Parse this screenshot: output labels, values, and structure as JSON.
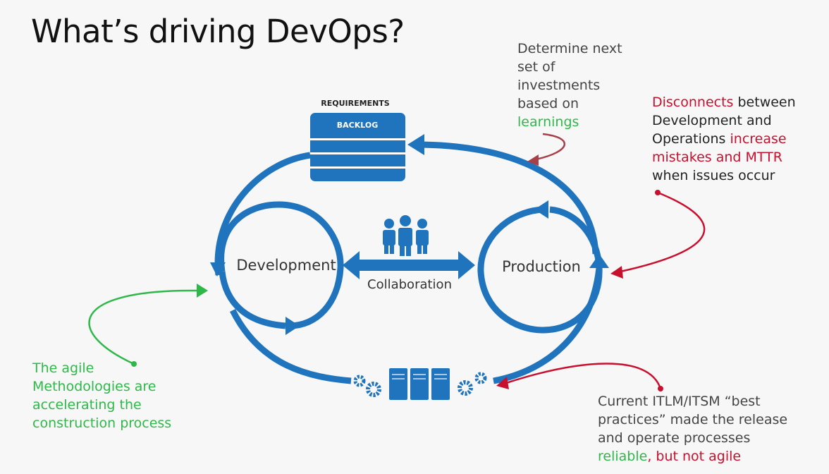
{
  "title": "What’s driving DevOps?",
  "diagram": {
    "requirements": "REQUIREMENTS",
    "backlog": "BACKLOG",
    "development": "Development",
    "production": "Production",
    "collaboration": "Collaboration"
  },
  "notes": {
    "top": {
      "line1": "Determine next",
      "line2": "set of",
      "line3": "investments",
      "line4": "based on",
      "highlight": "learnings"
    },
    "right": {
      "red1": "Disconnects",
      "txt1": " between",
      "line2": "Development and",
      "txt3": "Operations ",
      "red3": "increase",
      "red4": "mistakes and MTTR",
      "line5": "when issues occur"
    },
    "left": {
      "line1": "The agile",
      "line2": "Methodologies are",
      "line3": "accelerating the",
      "line4": "construction process"
    },
    "bottom": {
      "line1": "Current ITLM/ITSM “best",
      "line2": "practices” made the release",
      "line3": "and operate processes",
      "green4": "reliable",
      "red4": ", but not agile"
    }
  },
  "colors": {
    "blue": "#1f74bd",
    "red": "#c8102e",
    "green": "#2fb84a",
    "maroon": "#a8404a"
  }
}
